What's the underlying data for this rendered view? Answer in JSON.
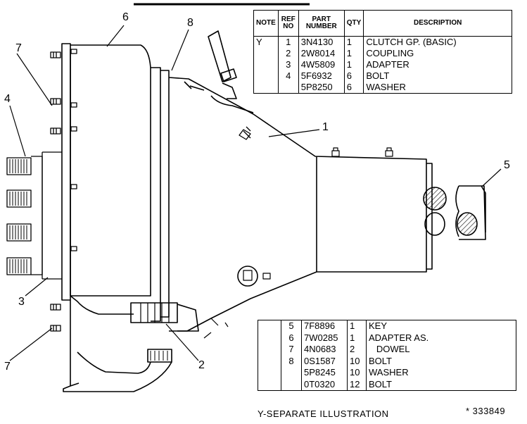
{
  "top_table": {
    "headers": {
      "note": "NOTE",
      "ref_no": "REF NO",
      "part_number": "PART NUMBER",
      "qty": "QTY",
      "description": "DESCRIPTION"
    },
    "rows": [
      {
        "note": "Y",
        "ref": "1",
        "part": "3N4130",
        "qty": "1",
        "desc": "CLUTCH GP. (BASIC)"
      },
      {
        "note": "",
        "ref": "2",
        "part": "2W8014",
        "qty": "1",
        "desc": "COUPLING"
      },
      {
        "note": "",
        "ref": "3",
        "part": "4W5809",
        "qty": "1",
        "desc": "ADAPTER"
      },
      {
        "note": "",
        "ref": "4",
        "part": "5F6932",
        "qty": "6",
        "desc": "BOLT"
      },
      {
        "note": "",
        "ref": "",
        "part": "5P8250",
        "qty": "6",
        "desc": "WASHER"
      }
    ]
  },
  "bottom_table": {
    "rows": [
      {
        "ref": "5",
        "part": "7F8896",
        "qty": "1",
        "desc": "KEY"
      },
      {
        "ref": "6",
        "part": "7W0285",
        "qty": "1",
        "desc": "ADAPTER AS."
      },
      {
        "ref": "",
        "part": "4N0683",
        "qty": "2",
        "desc": "   DOWEL"
      },
      {
        "ref": "7",
        "part": "0S1587",
        "qty": "10",
        "desc": "BOLT"
      },
      {
        "ref": "",
        "part": "5P8245",
        "qty": "10",
        "desc": "WASHER"
      },
      {
        "ref": "8",
        "part": "0T0320",
        "qty": "12",
        "desc": "BOLT"
      }
    ]
  },
  "callouts": {
    "c6": "6",
    "c8": "8",
    "c7a": "7",
    "c4": "4",
    "c1": "1",
    "c5": "5",
    "c3": "3",
    "c2": "2",
    "c7b": "7"
  },
  "caption": "Y-SEPARATE ILLUSTRATION",
  "figure_number": "* 333849"
}
